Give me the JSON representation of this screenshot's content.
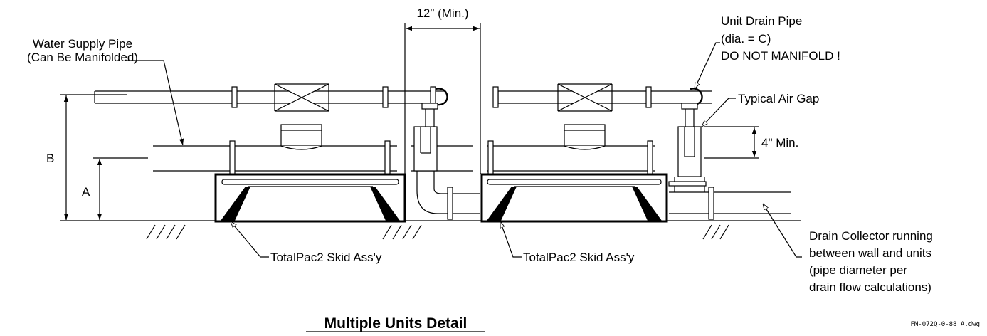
{
  "drawing": {
    "title": "Multiple Units Detail",
    "file_name": "FM-072Q-0-88 A.dwg",
    "labels": {
      "water_supply_line1": "Water Supply Pipe",
      "water_supply_line2": "(Can Be Manifolded)",
      "spacing": "12\" (Min.)",
      "unit_drain_line1": "Unit Drain Pipe",
      "unit_drain_line2": "(dia. = C)",
      "unit_drain_line3": "DO NOT MANIFOLD !",
      "air_gap": "Typical Air Gap",
      "air_gap_min": "4\" Min.",
      "dim_b": "B",
      "dim_a": "A",
      "skid_left": "TotalPac2 Skid Ass'y",
      "skid_right": "TotalPac2 Skid Ass'y",
      "collector_line1": "Drain Collector running",
      "collector_line2": "between wall and units",
      "collector_line3": "(pipe diameter per",
      "collector_line4": "drain flow calculations)"
    }
  }
}
